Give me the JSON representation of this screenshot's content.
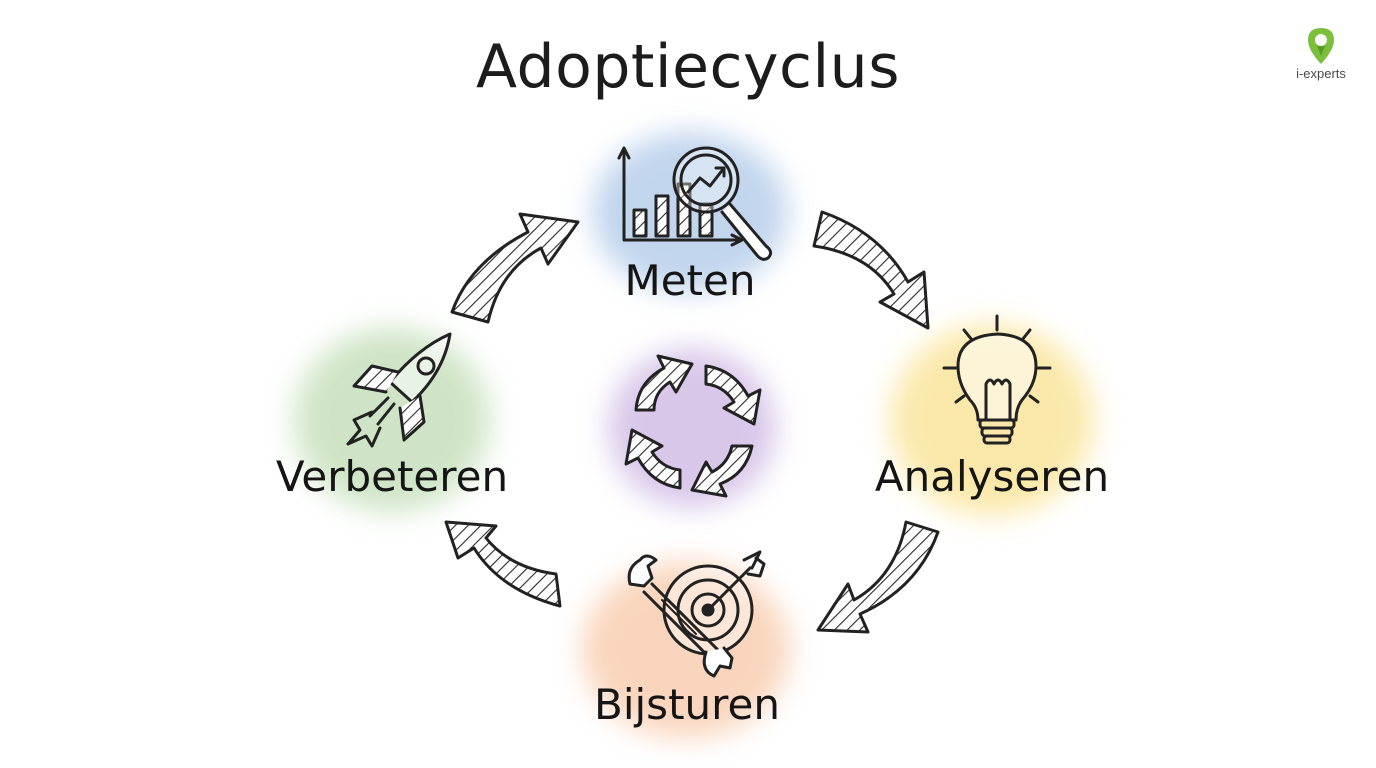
{
  "title": "Adoptiecyclus",
  "logo": {
    "label": "i-experts",
    "color": "#7bbf3a"
  },
  "stages": [
    {
      "id": "meten",
      "label": "Meten",
      "icon": "chart-magnifier-icon",
      "color": "#8fb3e0"
    },
    {
      "id": "analyseren",
      "label": "Analyseren",
      "icon": "lightbulb-icon",
      "color": "#f7d766"
    },
    {
      "id": "bijsturen",
      "label": "Bijsturen",
      "icon": "wrench-target-icon",
      "color": "#f4b486"
    },
    {
      "id": "verbeteren",
      "label": "Verbeteren",
      "icon": "rocket-icon",
      "color": "#a8cf98"
    }
  ],
  "center": {
    "icon": "cycle-arrows-icon",
    "color": "#bfa3dc"
  }
}
